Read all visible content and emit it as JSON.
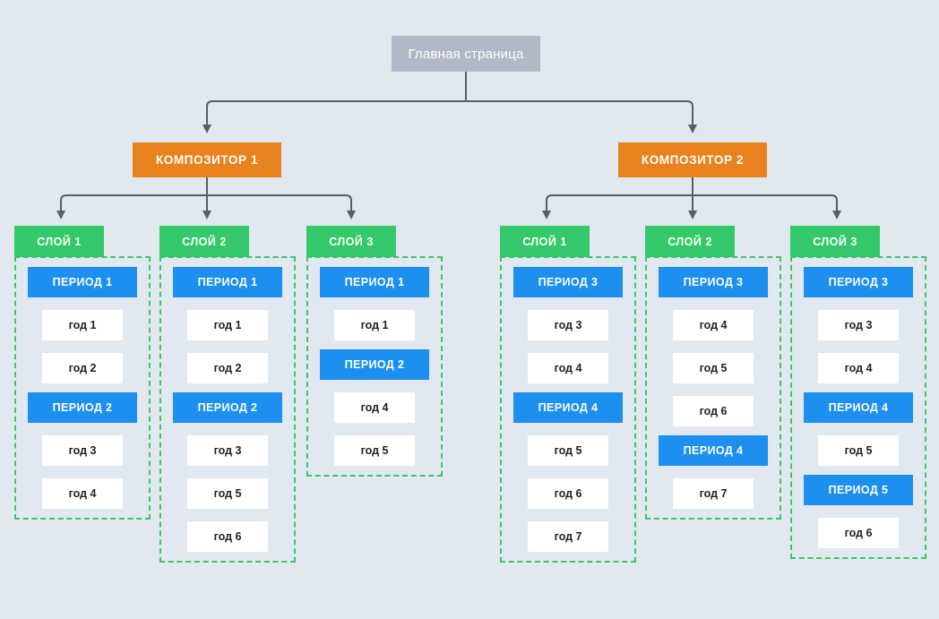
{
  "colors": {
    "background": "#e2e8ef",
    "root": "#b0bac6",
    "composer": "#e8821e",
    "layer": "#35c86b",
    "period": "#1d8fee",
    "year_bg": "#ffffff",
    "year_text": "#1d2026",
    "connector": "#595e63"
  },
  "root": {
    "label": "Главная страница"
  },
  "composers": [
    {
      "label": "КОМПОЗИТОР 1"
    },
    {
      "label": "КОМПОЗИТОР 2"
    }
  ],
  "columns": [
    {
      "header": "СЛОЙ 1",
      "composer": "КОМПОЗИТОР 1",
      "groups": [
        {
          "period": "ПЕРИОД 1",
          "years": [
            "год 1",
            "год 2"
          ]
        },
        {
          "period": "ПЕРИОД 2",
          "years": [
            "год 3",
            "год 4"
          ]
        }
      ]
    },
    {
      "header": "СЛОЙ 2",
      "composer": "КОМПОЗИТОР 1",
      "groups": [
        {
          "period": "ПЕРИОД 1",
          "years": [
            "год 1",
            "год 2"
          ]
        },
        {
          "period": "ПЕРИОД 2",
          "years": [
            "год 3",
            "год 5",
            "год 6"
          ]
        }
      ]
    },
    {
      "header": "СЛОЙ 3",
      "composer": "КОМПОЗИТОР 1",
      "groups": [
        {
          "period": "ПЕРИОД 1",
          "years": [
            "год 1"
          ]
        },
        {
          "period": "ПЕРИОД 2",
          "years": [
            "год 4",
            "год 5"
          ]
        }
      ]
    },
    {
      "header": "СЛОЙ 1",
      "composer": "КОМПОЗИТОР 2",
      "groups": [
        {
          "period": "ПЕРИОД 3",
          "years": [
            "год 3",
            "год 4"
          ]
        },
        {
          "period": "ПЕРИОД 4",
          "years": [
            "год 5",
            "год 6",
            "год 7"
          ]
        }
      ]
    },
    {
      "header": "СЛОЙ 2",
      "composer": "КОМПОЗИТОР 2",
      "groups": [
        {
          "period": "ПЕРИОД 3",
          "years": [
            "год 4",
            "год 5",
            "год 6"
          ]
        },
        {
          "period": "ПЕРИОД 4",
          "years": [
            "год 7"
          ]
        }
      ]
    },
    {
      "header": "СЛОЙ 3",
      "composer": "КОМПОЗИТОР 2",
      "groups": [
        {
          "period": "ПЕРИОД 3",
          "years": [
            "год 3",
            "год 4"
          ]
        },
        {
          "period": "ПЕРИОД 4",
          "years": [
            "год 5"
          ]
        },
        {
          "period": "ПЕРИОД 5",
          "years": [
            "год 6"
          ]
        }
      ]
    }
  ]
}
